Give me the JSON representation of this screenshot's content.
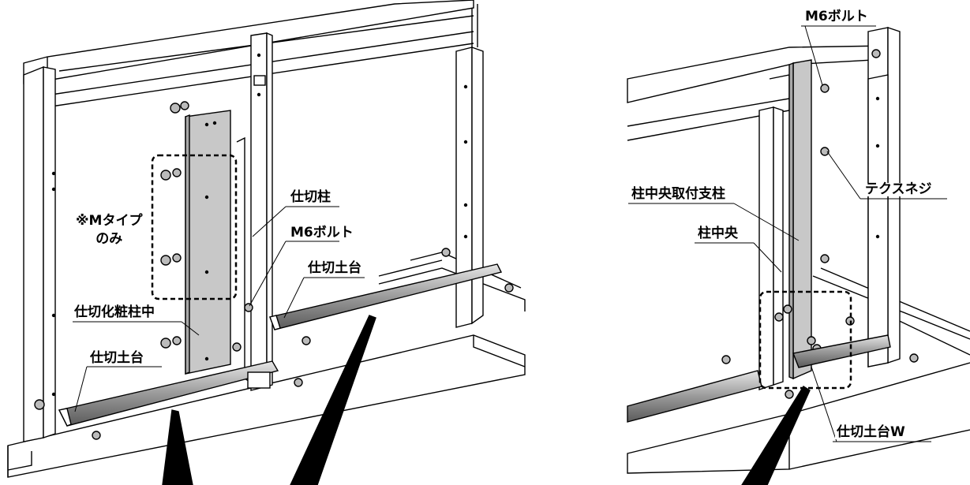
{
  "left_diagram": {
    "labels": {
      "m_type_only_line1": "※Mタイプ",
      "m_type_only_line2": "のみ",
      "partition_post": "仕切柱",
      "m6_bolt": "M6ボルト",
      "partition_base_right": "仕切土台",
      "partition_decorative_post_center": "仕切化粧柱中",
      "partition_base_left": "仕切土台"
    }
  },
  "right_diagram": {
    "labels": {
      "m6_bolt": "M6ボルト",
      "tex_screw": "テクスネジ",
      "post_center_mount_support": "柱中央取付支柱",
      "post_center": "柱中央",
      "partition_base_w": "仕切土台W"
    }
  }
}
